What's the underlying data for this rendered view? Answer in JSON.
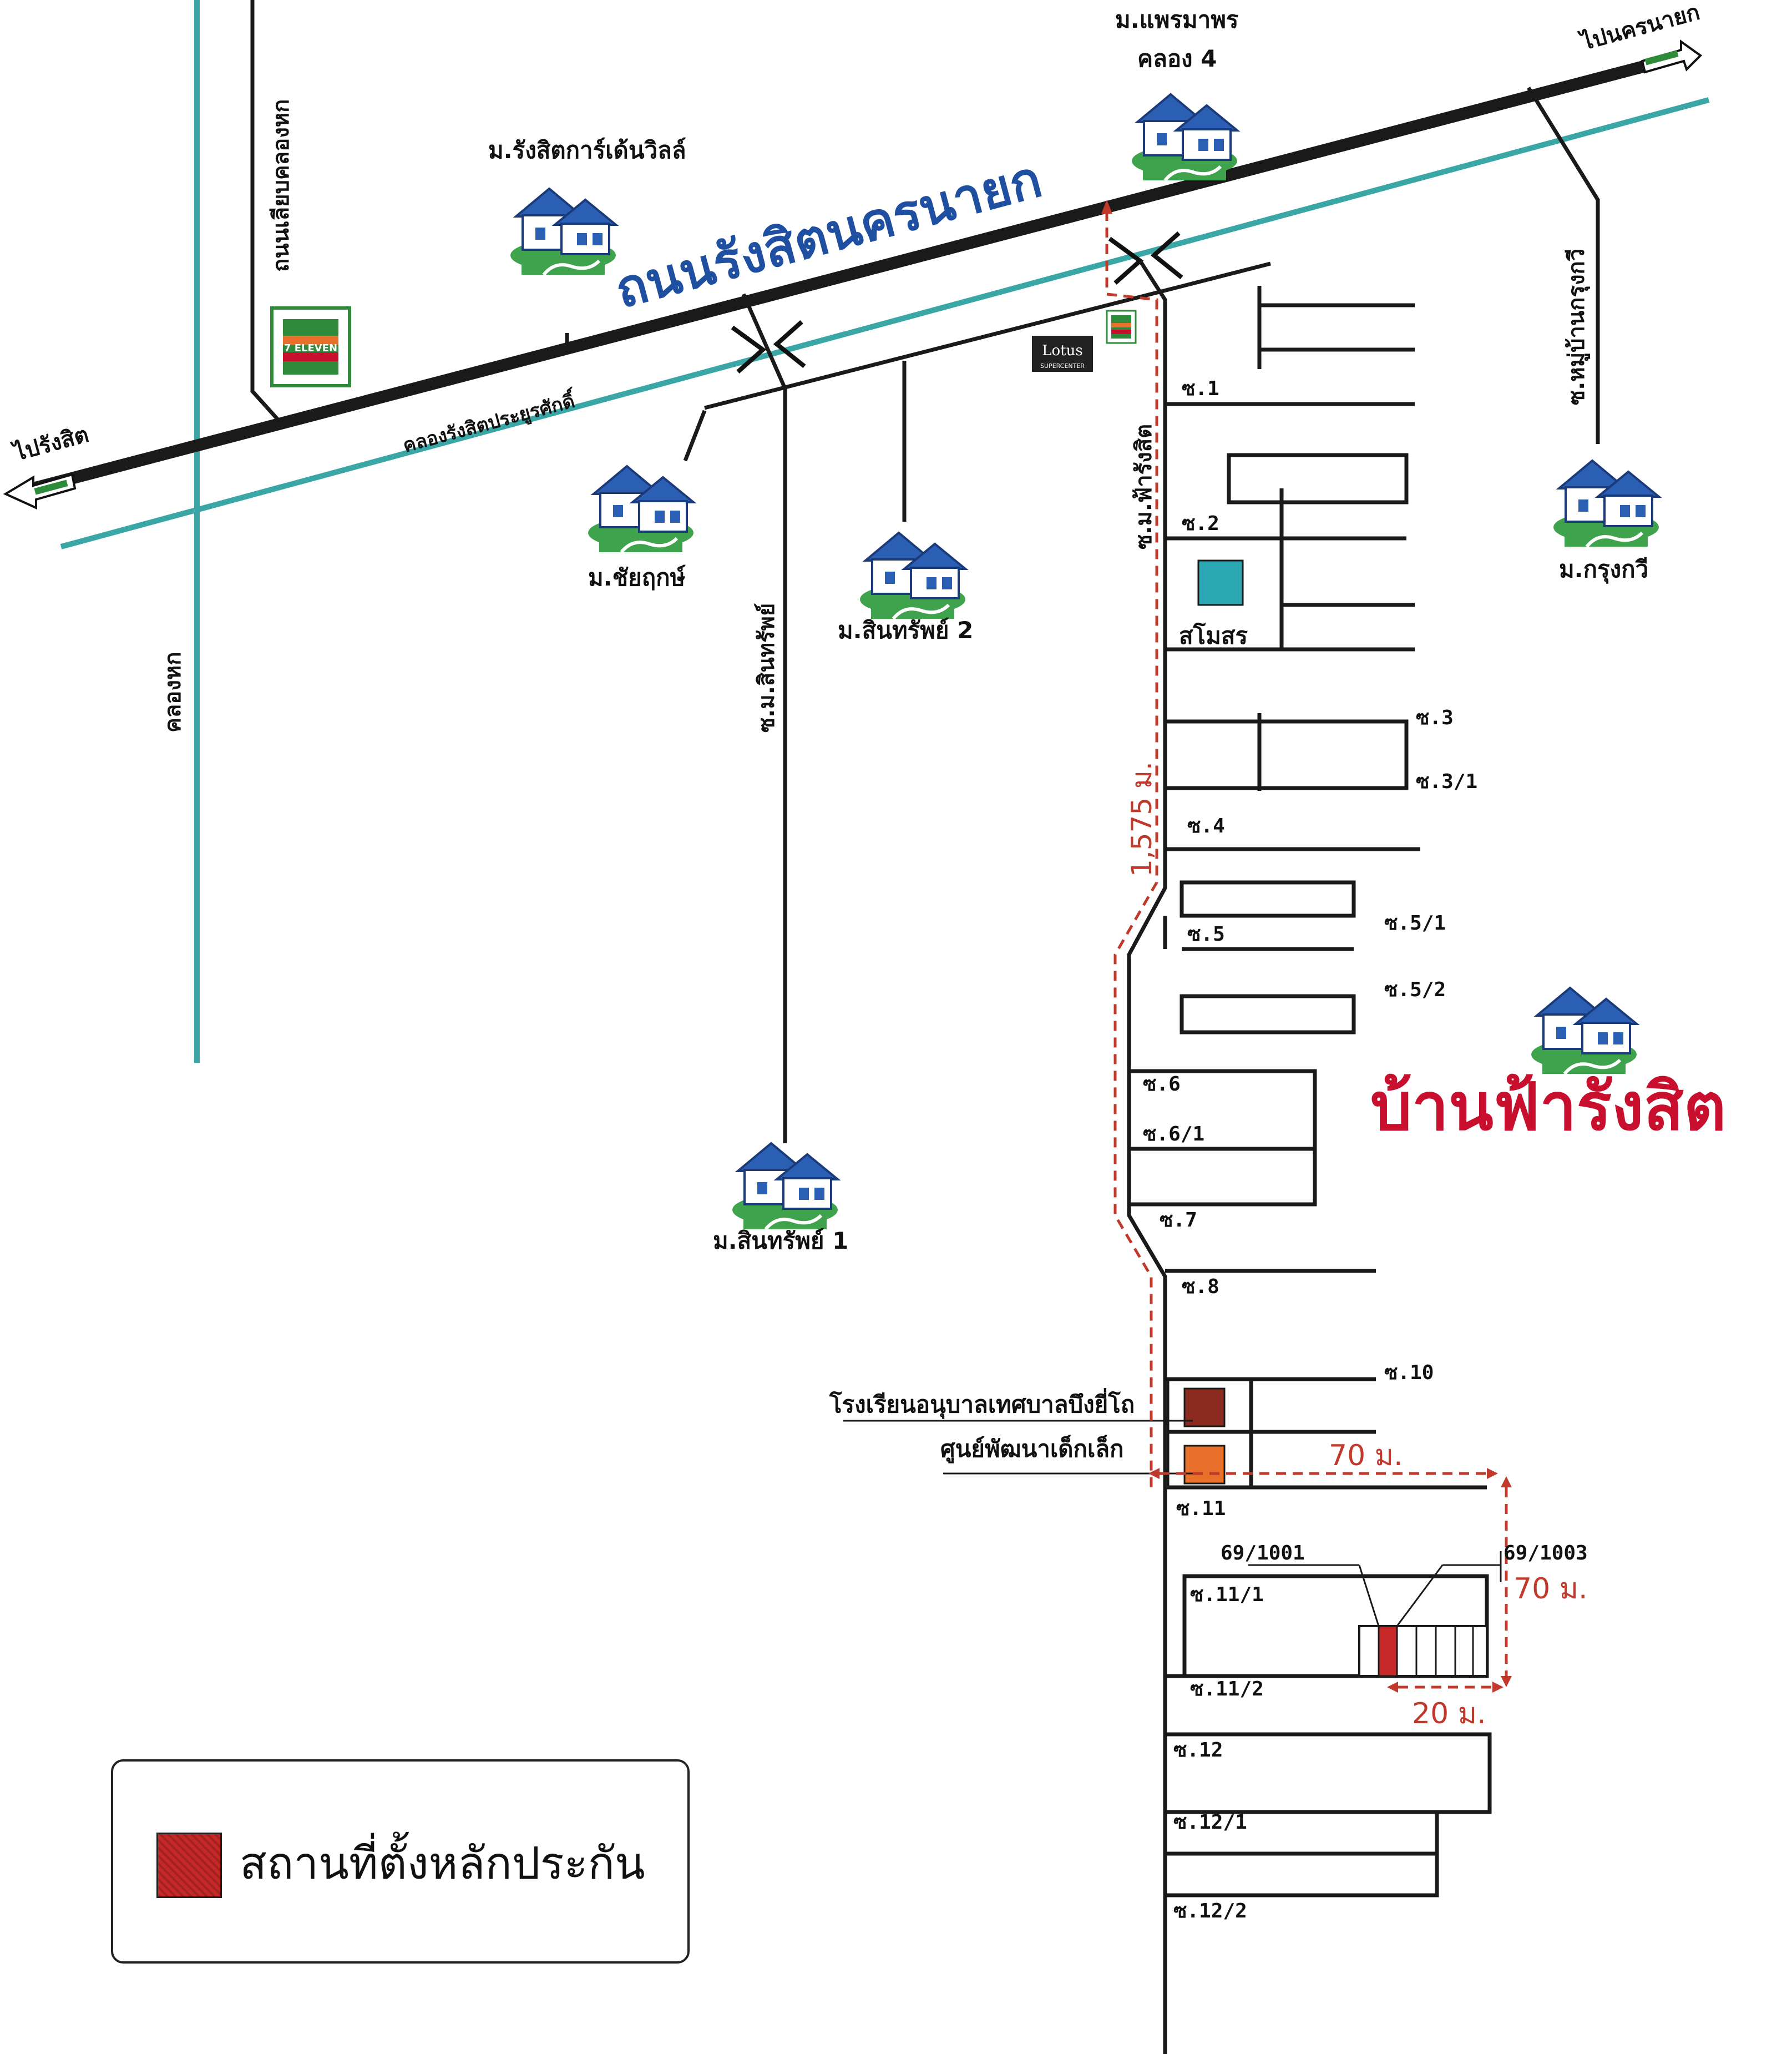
{
  "main_road": {
    "name": "ถนนรังสิตนครนายก",
    "to_left": "ไปรังสิต",
    "to_right": "ไปนครนายก"
  },
  "canals": {
    "main": "คลองรังสิตประยูรศักดิ์",
    "klong6": "คลองหก"
  },
  "roads": {
    "klong6_road": "ถนนเลียบคลองหก",
    "soi_sinsap": "ซ.ม.สินทรัพย์",
    "soi_faa": "ซ.ม.ฟ้ารังสิต",
    "soi_krungkawi": "ซ.หมู่บ้านกรุงกวี"
  },
  "villages": {
    "garden_ville": "ม.รังสิตการ์เด้นวิลล์",
    "praepraphan": "ม.แพรมาพร",
    "klong4": "คลอง 4",
    "chaiyarit": "ม.ชัยฤกษ์",
    "sinsap2": "ม.สินทรัพย์ 2",
    "sinsap1": "ม.สินทรัพย์ 1",
    "krungkawi": "ม.กรุงกวี"
  },
  "landmarks": {
    "seven_eleven": "7 ELEVEN",
    "lotus": "Lotus",
    "lotus_sub": "SUPERCENTER",
    "clubhouse": "สโมสร",
    "school": "โรงเรียนอนุบาลเทศบาลบึงยี่โถ",
    "childcare": "ศูนย์พัฒนาเด็กเล็ก"
  },
  "project_name": "บ้านฟ้ารังสิต",
  "sois": {
    "s1": "ซ.1",
    "s2": "ซ.2",
    "s3": "ซ.3",
    "s3_1": "ซ.3/1",
    "s4": "ซ.4",
    "s5": "ซ.5",
    "s5_1": "ซ.5/1",
    "s5_2": "ซ.5/2",
    "s6": "ซ.6",
    "s6_1": "ซ.6/1",
    "s7": "ซ.7",
    "s8": "ซ.8",
    "s10": "ซ.10",
    "s11": "ซ.11",
    "s11_1": "ซ.11/1",
    "s11_2": "ซ.11/2",
    "s12": "ซ.12",
    "s12_1": "ซ.12/1",
    "s12_2": "ซ.12/2"
  },
  "distances": {
    "along_soi": "1,575 ม.",
    "width": "70 ม.",
    "depth": "70 ม.",
    "plot": "20 ม."
  },
  "plots": {
    "left": "69/1001",
    "right": "69/1003"
  },
  "legend": {
    "label": "สถานที่ตั้งหลักประกัน"
  },
  "colors": {
    "road": "#1a1a1a",
    "canal": "#3aa6a6",
    "accent": "#c8102e",
    "collateral": "#c62828",
    "grass": "#3fa34d",
    "house": "#2b5fb3"
  }
}
